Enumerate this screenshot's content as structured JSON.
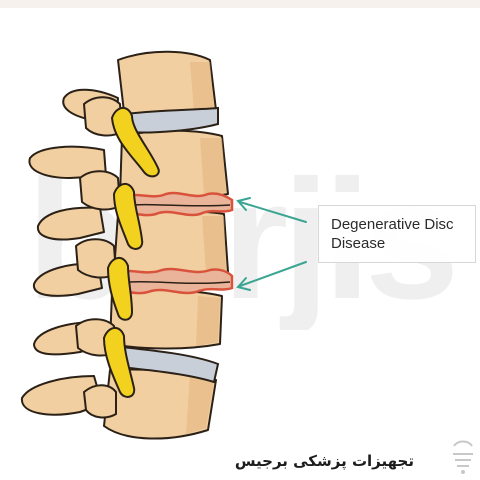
{
  "label": {
    "line1": "Degenerative Disc",
    "line2": "Disease"
  },
  "footer": {
    "brand_text": "تجهیزات پزشکی برجیس"
  },
  "watermark": {
    "text": "borjis"
  },
  "colors": {
    "bone": "#f2cfa0",
    "bone_outline": "#2b2117",
    "bone_shadow": "#e2b57f",
    "nerve": "#f3d21f",
    "healthy_disc": "#c9cfd8",
    "degenerated_disc": "#e9b49a",
    "degenerated_edge": "#d9533c",
    "arrow": "#3aa592",
    "watermark": "#efefef"
  },
  "icons": {
    "arrow_upper": "arrow-left-icon",
    "arrow_lower": "arrow-left-icon",
    "corner_logo": "brand-logo-icon"
  }
}
